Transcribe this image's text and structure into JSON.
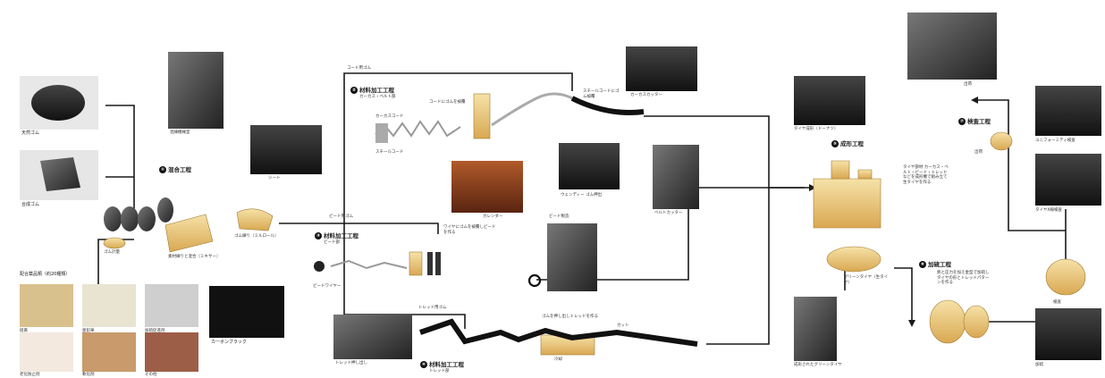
{
  "colors": {
    "line": "#1a1a1a",
    "tan": "#e8c87c",
    "tan_dark": "#c99a45",
    "brown": "#7a3a1c"
  },
  "materials": {
    "natural_rubber": "天然ゴム",
    "synthetic_rubber": "合成ゴム",
    "compounding": "配合薬品類（約20種類）",
    "carbon_black": "カーボンブラック",
    "powders": [
      "硫黄",
      "亜鉛華",
      "加硫促進剤",
      "老化防止剤",
      "軟化剤",
      "その他"
    ],
    "weighing": "ゴム計量"
  },
  "photos": {
    "mixer_photo": "混練機械室",
    "sheet_photo": "シート",
    "cutting_photo": "カーカスカッター",
    "extruder_photo": "ウェンディー ゴム押出",
    "bead_photo": "ビード製造",
    "calender_photo": "カレンダー",
    "belt_cutter_photo": "ベルトカッター",
    "tread_photo": "トレッド押し出し",
    "building_photo": "タイヤ成形（ドーナツ）",
    "green_photo": "成形されたグリーンタイヤ",
    "shipping_photo": "出荷",
    "uniformity_photo": "ユニフォーミティ検査",
    "xray_photo": "タイヤX線検査",
    "vulcanize_photo": "加硫"
  },
  "processes": {
    "p1": {
      "num": "①",
      "label": "混合工程"
    },
    "p2": {
      "num": "②",
      "label": "材料加工工程"
    },
    "p2_sub": "カーカス・ベルト部",
    "p3": {
      "num": "③",
      "label": "材料加工工程"
    },
    "p3_sub": "ビード部",
    "p4": {
      "num": "④",
      "label": "材料加工工程"
    },
    "p4_sub": "トレッド部",
    "p5": {
      "num": "⑤",
      "label": "成形工程"
    },
    "p6": {
      "num": "⑥",
      "label": "加硫工程"
    },
    "p7": {
      "num": "⑦",
      "label": "検査工程"
    }
  },
  "labels": {
    "banbury": "素材練りと混合（ミキサー）",
    "rubber_sheet": "ゴム練り（ミルロール）",
    "cord_rubber": "コード用ゴム",
    "bead_rubber": "ビード用ゴム",
    "tread_rubber": "トレッド用ゴム",
    "carcass_cord": "カーカスコード",
    "steel_cord": "スチールコード",
    "cord_coat": "コードにゴムを被覆",
    "steel_cut": "スチールコードにゴム被覆",
    "bead_wire": "ビードワイヤー",
    "bead_coat": "ワイヤにゴムを被覆しビードを作る",
    "tread_extrude": "ゴムを押し出しトレッドを作る",
    "tread_cut": "カット",
    "cooling": "冷却",
    "green_tire": "グリーンタイヤ（生タイヤ）",
    "building_note": "タイヤ部材 カーカス・ベルト・ビード・トレッドなどを成形機で組み立て生タイヤを作る",
    "vulcanize_note": "熱と圧力を加え金型で加硫しタイヤの形とトレッドパターンを作る",
    "ship": "出荷",
    "inspect": "検査"
  }
}
